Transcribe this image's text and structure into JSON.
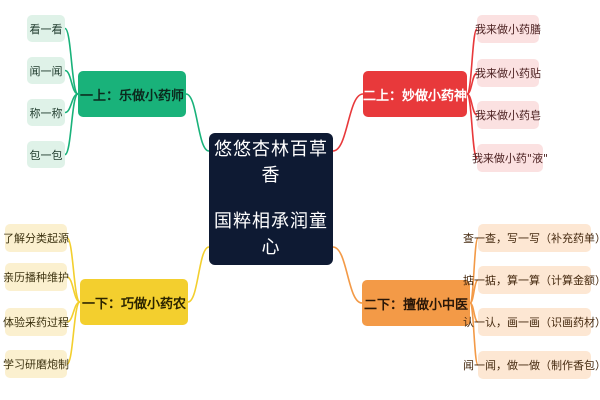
{
  "center": {
    "line1": "悠悠杏林百草香",
    "line2": "国粹相承润童心"
  },
  "colors": {
    "green": "#19b27a",
    "red": "#e8393b",
    "yellow": "#f3cf2e",
    "orange": "#f39a47",
    "center": "#0e1a33"
  },
  "branches": {
    "top_left": {
      "label": "一上：乐做小药师",
      "leaves": [
        "看一看",
        "闻一闻",
        "称一称",
        "包一包"
      ]
    },
    "top_right": {
      "label": "二上：妙做小药神",
      "leaves": [
        "我来做小药膳",
        "我来做小药贴",
        "我来做小药皂",
        "我来做小药\"液\""
      ]
    },
    "bottom_left": {
      "label": "一下：巧做小药农",
      "leaves": [
        "了解分类起源",
        "亲历播种维护",
        "体验采药过程",
        "学习研磨炮制"
      ]
    },
    "bottom_right": {
      "label": "二下：擅做小中医",
      "leaves": [
        "查一查，写一写（补充药单）",
        "掂一掂，算一算（计算金额）",
        "认一认，画一画（识画药材）",
        "闻一闻，做一做（制作香包）"
      ]
    }
  }
}
